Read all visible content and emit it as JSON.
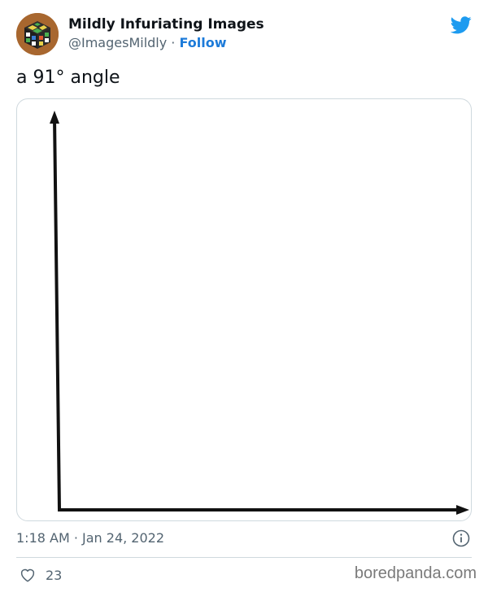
{
  "author": {
    "display_name": "Mildly Infuriating Images",
    "handle": "@ImagesMildly",
    "separator": " · ",
    "follow_label": "Follow",
    "avatar_icon": "rubiks-cube-avatar"
  },
  "tweet": {
    "text": "a 91° angle",
    "media_description_icon": "angle-drawing",
    "timestamp": "1:18 AM · Jan 24, 2022"
  },
  "actions": {
    "like_count": "23"
  },
  "watermark": "boredpanda.com",
  "colors": {
    "twitter_blue": "#1d9bf0",
    "follow_blue": "#1d7bd9",
    "secondary_text": "#536471",
    "border": "#cfd9de"
  }
}
